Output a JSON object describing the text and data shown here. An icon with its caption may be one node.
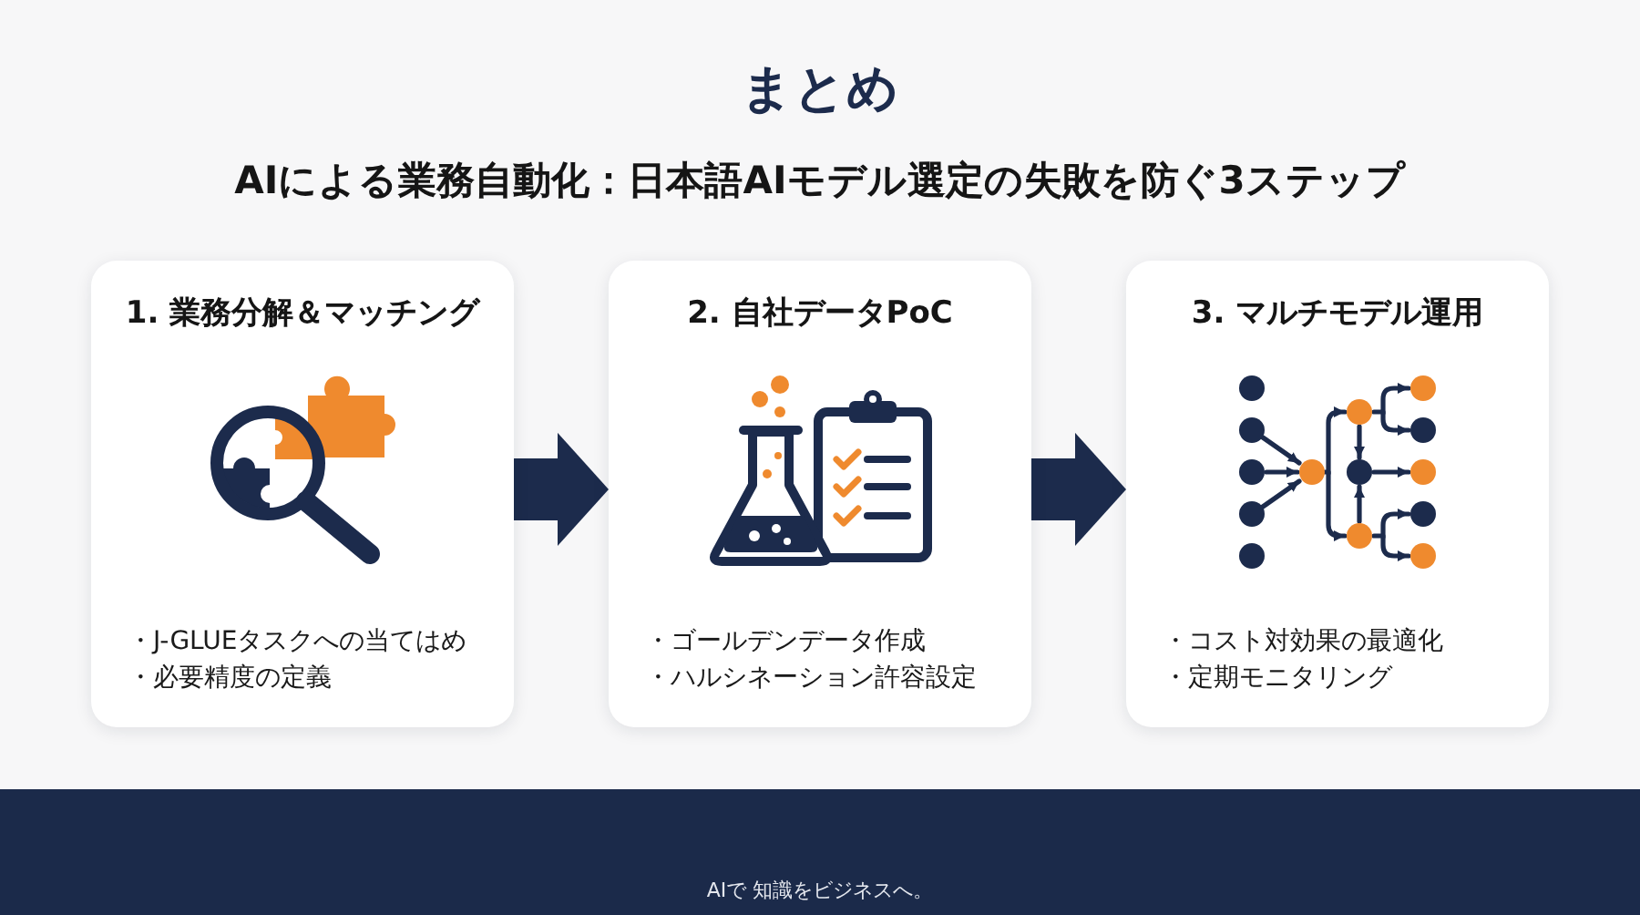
{
  "diagram": {
    "title": "まとめ",
    "nodes": [
      {
        "text": [
          "1. 業務分解＆マッチング",
          "・J-GLUEタスクへの当てはめ",
          "・必要精度の定義"
        ]
      },
      {
        "text": [
          "2. 自社データPoC",
          "・ゴールデンデータ作成",
          "・ハルシネーション許容設定"
        ]
      },
      {
        "text": [
          "3. マルチモデル運用",
          "・コスト対効果の最適化",
          "・定期モニタリング"
        ]
      },
      {
        "text": [
          "AIで 知識をビジネスへ。"
        ]
      }
    ],
    "edges": [
      {
        "from": 0,
        "to": 1,
        "arrow": "to"
      },
      {
        "from": 1,
        "to": 2,
        "arrow": "to"
      }
    ],
    "labels": [
      "AIによる業務自動化：日本語AIモデル選定の失敗を防ぐ3ステップ"
    ]
  }
}
